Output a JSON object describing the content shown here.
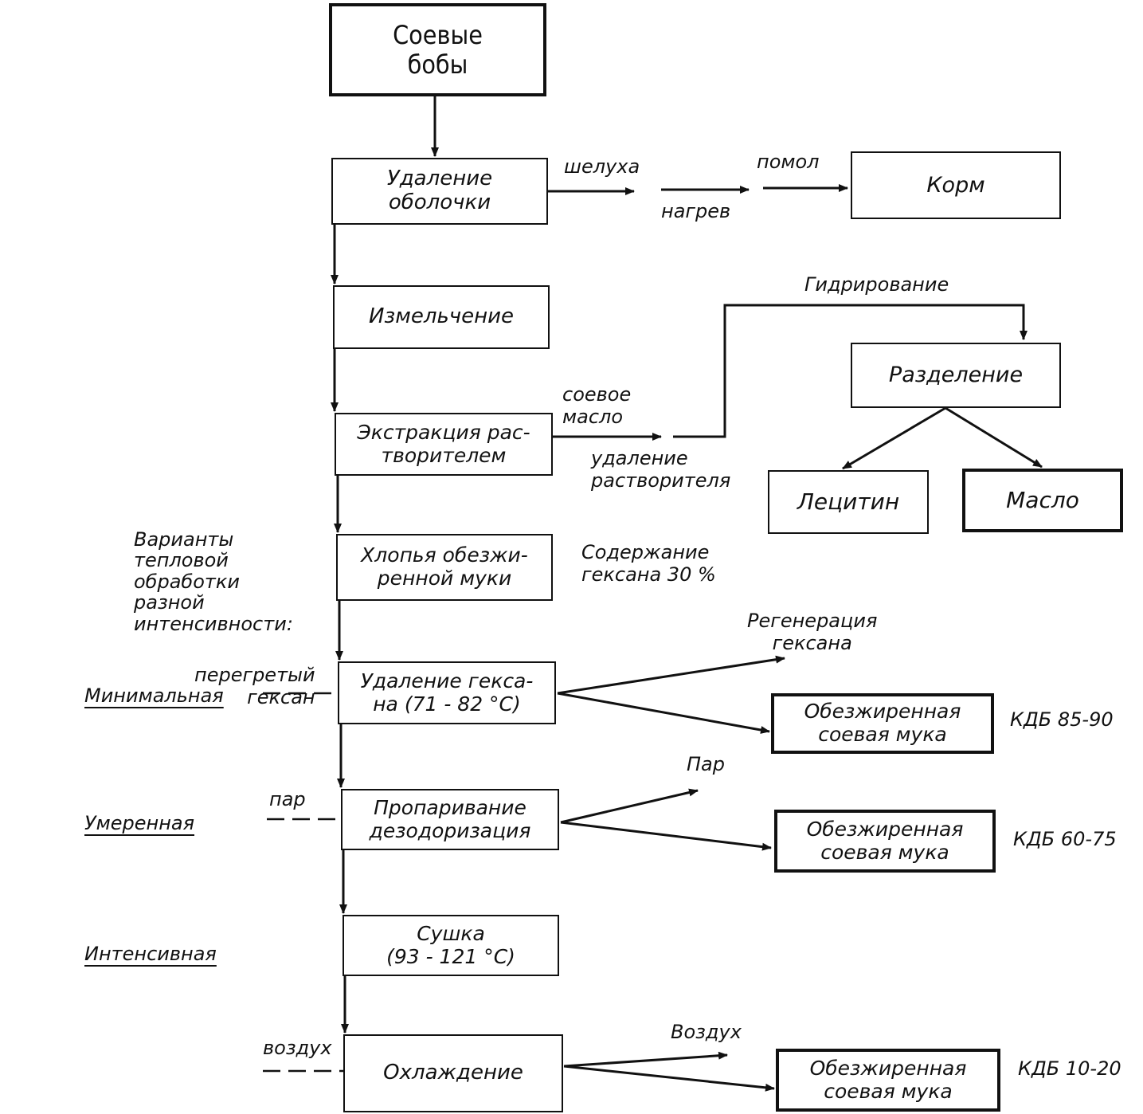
{
  "nodes": {
    "beans": "Соевые\nбобы",
    "dehulling": "Удаление\nоболочки",
    "grinding": "Измельчение",
    "extraction": "Экстракция рас-\nтворителем",
    "flakes": "Хлопья обезжи-\nренной муки",
    "hexane_removal": "Удаление гекса-\nна (71 - 82 °С)",
    "steaming": "Пропаривание\nдезодоризация",
    "drying": "Сушка\n(93 - 121 °С)",
    "cooling": "Охлаждение",
    "feed": "Корм",
    "separation": "Разделение",
    "lecithin": "Лецитин",
    "oil": "Масло",
    "flour_1": "Обезжиренная\nсоевая мука",
    "flour_2": "Обезжиренная\nсоевая мука",
    "flour_3": "Обезжиренная\nсоевая мука"
  },
  "labels": {
    "husk": "шелуха",
    "heating": "нагрев",
    "milling": "помол",
    "hydrogenation": "Гидрирование",
    "soy_oil": "соевое\nмасло",
    "solvent_removal": "удаление\nрастворителя",
    "hexane_content": "Содержание\nгексана 30 %",
    "variants": "Варианты\nтепловой\nобработки\nразной\nинтенсивности:",
    "superheated_hexane": "перегретый\nгексан",
    "hexane_regeneration": "Регенерация\nгексана",
    "steam_in": "пар",
    "steam_out": "Пар",
    "air_in": "воздух",
    "air_out": "Воздух",
    "minimal": "Минимальная",
    "moderate": "Умеренная",
    "intensive": "Интенсивная",
    "kdb_1": "КДБ 85-90",
    "kdb_2": "КДБ 60-75",
    "kdb_3": "КДБ 10-20"
  }
}
